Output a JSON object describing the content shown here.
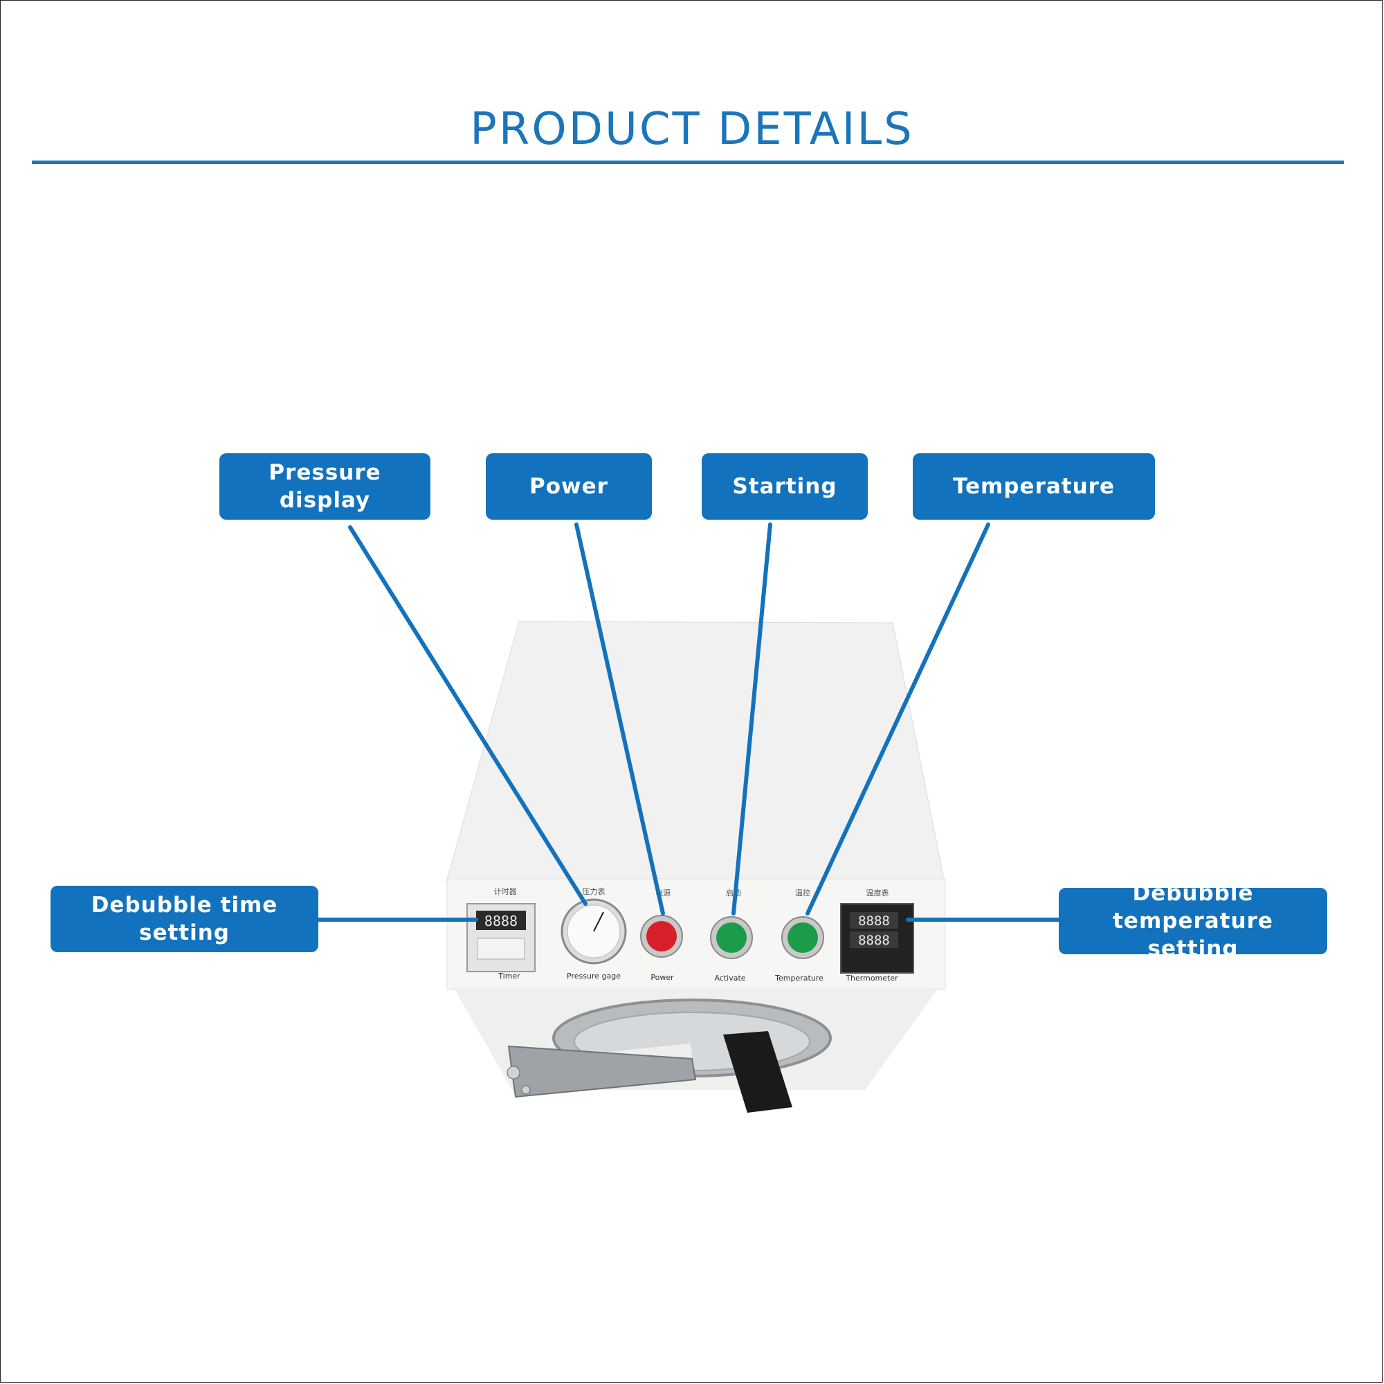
{
  "title": "PRODUCT DETAILS",
  "colors": {
    "accent": "#1272bd",
    "power_button": "#d8202a",
    "start_button": "#1c9b4a"
  },
  "callouts": {
    "pressure_display": "Pressure display",
    "power": "Power",
    "starting": "Starting",
    "temperature": "Temperature",
    "debubble_time": "Debubble time setting",
    "debubble_temp": "Debubble temperature setting"
  },
  "panel": {
    "timer_label": "Timer",
    "pressure_label": "Pressure gage",
    "power_label": "Power",
    "activate_label": "Activate",
    "temperature_label": "Temperature",
    "thermometer_label": "Thermometer",
    "timer_cn": "计时器",
    "pressure_cn": "压力表",
    "power_cn": "电源",
    "activate_cn": "启动",
    "temperature_cn": "温控",
    "thermometer_cn": "温度表",
    "digits": "8888"
  }
}
